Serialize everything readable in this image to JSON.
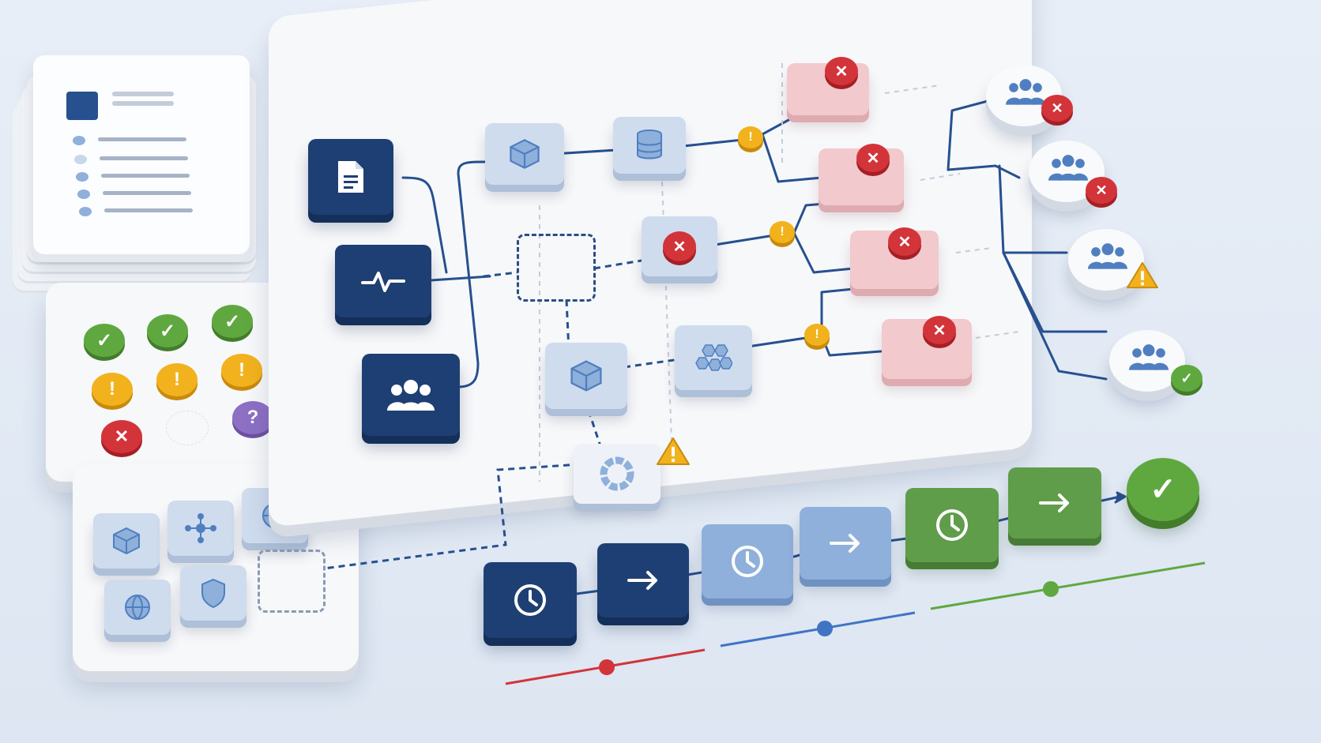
{
  "colors": {
    "navy": "#1e3f73",
    "light_blue": "#cfdcee",
    "mid_blue": "#8fb0db",
    "error_red": "#d2343a",
    "success_green": "#5fa840",
    "warning_yellow": "#f2b21e",
    "question_purple": "#8d6fc4",
    "error_pink": "#f2c9cc",
    "track_red": "#d2343a",
    "track_blue": "#3f74c4",
    "track_green": "#5fa840"
  },
  "icons": {
    "document_panel": [
      "square-icon",
      "bullet-list-icon"
    ],
    "status_legend": [
      "check-icon",
      "check-icon",
      "check-icon",
      "warning-icon",
      "warning-icon",
      "warning-icon",
      "error-icon",
      "empty-slot",
      "question-icon"
    ],
    "component_palette": [
      "cube-icon",
      "network-icon",
      "globe-icon",
      "globe-icon",
      "shield-icon",
      "empty-dashed-slot"
    ],
    "sources": [
      "document-icon",
      "activity-icon",
      "users-icon"
    ],
    "user_groups": [
      "users-icon",
      "users-icon",
      "users-icon",
      "users-icon"
    ],
    "user_group_status": [
      "error",
      "error",
      "warning",
      "success"
    ],
    "timeline": [
      "clock-icon",
      "arrow-right-icon",
      "clock-icon",
      "arrow-right-icon",
      "clock-icon",
      "arrow-right-icon",
      "check-icon"
    ]
  },
  "status_symbols": {
    "check": "✓",
    "warning": "!",
    "error": "✕",
    "question": "?"
  }
}
